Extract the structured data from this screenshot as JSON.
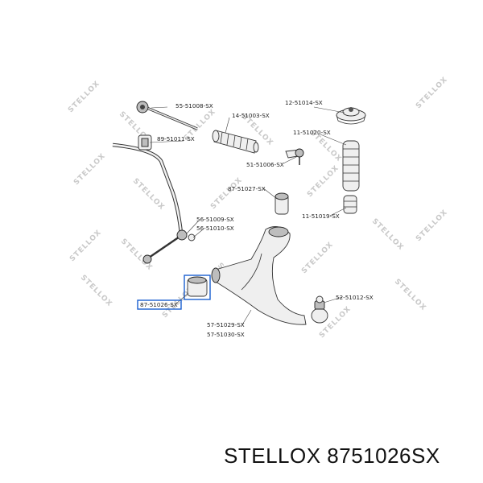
{
  "watermark": {
    "text": "STELLOX"
  },
  "labels": {
    "p55_51008": "55-51008-SX",
    "p14_51003": "14-51003-SX",
    "p12_51014": "12-51014-SX",
    "p89_51011": "89-51011-SX",
    "p11_51020": "11-51020-SX",
    "p51_51006": "51-51006-SX",
    "p87_51027": "87-51027-SX",
    "p11_51019": "11-51019-SX",
    "p56_51009": "56-51009-SX",
    "p56_51010": "56-51010-SX",
    "p87_51026": "87-51026-SX",
    "p52_51012": "52-51012-SX",
    "p57_51029": "57-51029-SX",
    "p57_51030": "57-51030-SX"
  },
  "footer": {
    "brand": "STELLOX",
    "part_number": "8751026SX"
  }
}
